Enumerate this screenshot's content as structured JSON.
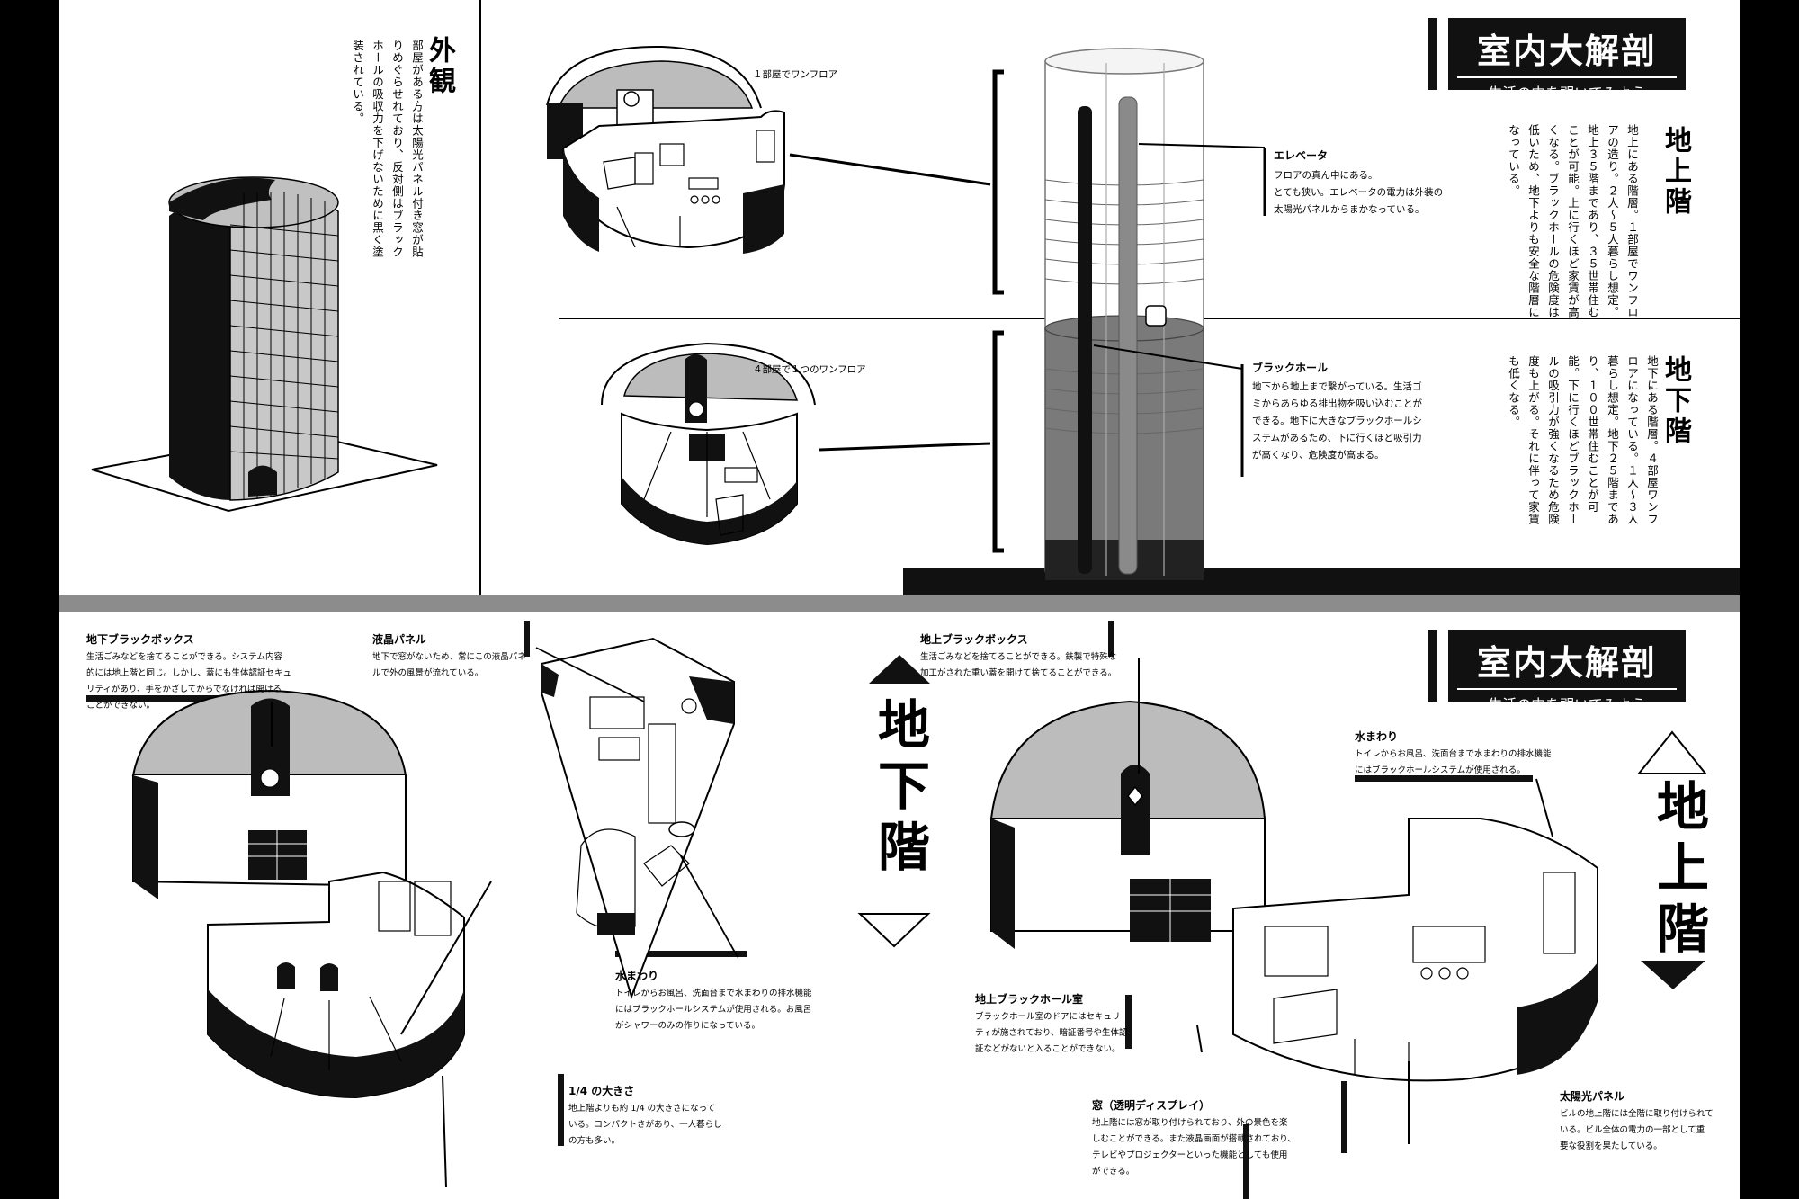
{
  "exterior": {
    "title": "外観",
    "text": "部屋がある方は太陽光パネル付き窓が貼りめぐらせれており、反対側はブラックホールの吸収力を下げないために黒く塗装されている。"
  },
  "banner": {
    "title": "室内大解剖",
    "subtitle": "〜生活の中を覗いてみよう〜"
  },
  "floor_labels": {
    "upper": "１部屋でワンフロア",
    "lower": "４部屋で１つのワンフロア"
  },
  "elevator": {
    "title": "エレベータ",
    "lines": [
      "フロアの真ん中にある。",
      "とても狭い。エレベータの電力は外装の",
      "太陽光パネルからまかなっている。"
    ]
  },
  "blackhole": {
    "title": "ブラックホール",
    "lines": [
      "地下から地上まで繋がっている。生活ゴ",
      "ミからあらゆる排出物を吸い込むことが",
      "できる。地下に大きなブラックホールシ",
      "ステムがあるため、下に行くほど吸引力",
      "が高くなり、危険度が高まる。"
    ]
  },
  "above": {
    "heading": "地上階",
    "text": "地上にある階層。１部屋でワンフロアの造り。２人〜５人暮らし想定。地上３５階まであり、３５世帯住むことが可能。上に行くほど家賃が高くなる。ブラックホールの危険度は低いため、地下よりも安全な階層になっている。"
  },
  "below": {
    "heading": "地下階",
    "text": "地下にある階層。４部屋ワンフロアになっている。１人〜３人暮らし想定。地下２５階まであり、１００世帯住むことが可能。下に行くほどブラックホールの吸引力が強くなるため危険度も上がる。それに伴って家賃も低くなる。"
  },
  "bottom_left": {
    "ug_box": {
      "title": "地下ブラックボックス",
      "lines": [
        "生活ごみなどを捨てることができる。システム内容",
        "的には地上階と同じ。しかし、蓋にも生体認証セキュ",
        "リティがあり、手をかざしてからでなければ開ける",
        "ことができない。"
      ]
    },
    "lcd": {
      "title": "液晶パネル",
      "lines": [
        "地下で窓がないため、常にこの液晶パネ",
        "ルで外の風景が流れている。"
      ]
    },
    "water": {
      "title": "水まわり",
      "lines": [
        "トイレからお風呂、洗面台まで水まわりの排水機能",
        "にはブラックホールシステムが使用される。お風呂",
        "がシャワーのみの作りになっている。"
      ]
    },
    "quarter": {
      "title": "1/4 の大きさ",
      "lines": [
        "地上階よりも約 1/4 の大きさになって",
        "いる。コンパクトさがあり、一人暮らし",
        "の方も多い。"
      ]
    },
    "big_heading": "地下階"
  },
  "bottom_right": {
    "ag_box": {
      "title": "地上ブラックボックス",
      "lines": [
        "生活ごみなどを捨てることができる。鉄製で特殊な",
        "加工がされた重い蓋を開けて捨てることができる。"
      ]
    },
    "water": {
      "title": "水まわり",
      "lines": [
        "トイレからお風呂、洗面台まで水まわりの排水機能",
        "にはブラックホールシステムが使用される。"
      ]
    },
    "room": {
      "title": "地上ブラックホール室",
      "lines": [
        "ブラックホール室のドアにはセキュリ",
        "ティが施されており、暗証番号や生体認",
        "証などがないと入ることができない。"
      ]
    },
    "window": {
      "title": "窓（透明ディスプレイ）",
      "lines": [
        "地上階には窓が取り付けられており、外の景色を楽",
        "しむことができる。また液晶画面が搭載されており、",
        "テレビやプロジェクターといった機能としても使用",
        "ができる。"
      ]
    },
    "solar": {
      "title": "太陽光パネル",
      "lines": [
        "ビルの地上階には全階に取り付けられて",
        "いる。ビル全体の電力の一部として重",
        "要な役割を果たしている。"
      ]
    },
    "big_heading": "地上階"
  }
}
